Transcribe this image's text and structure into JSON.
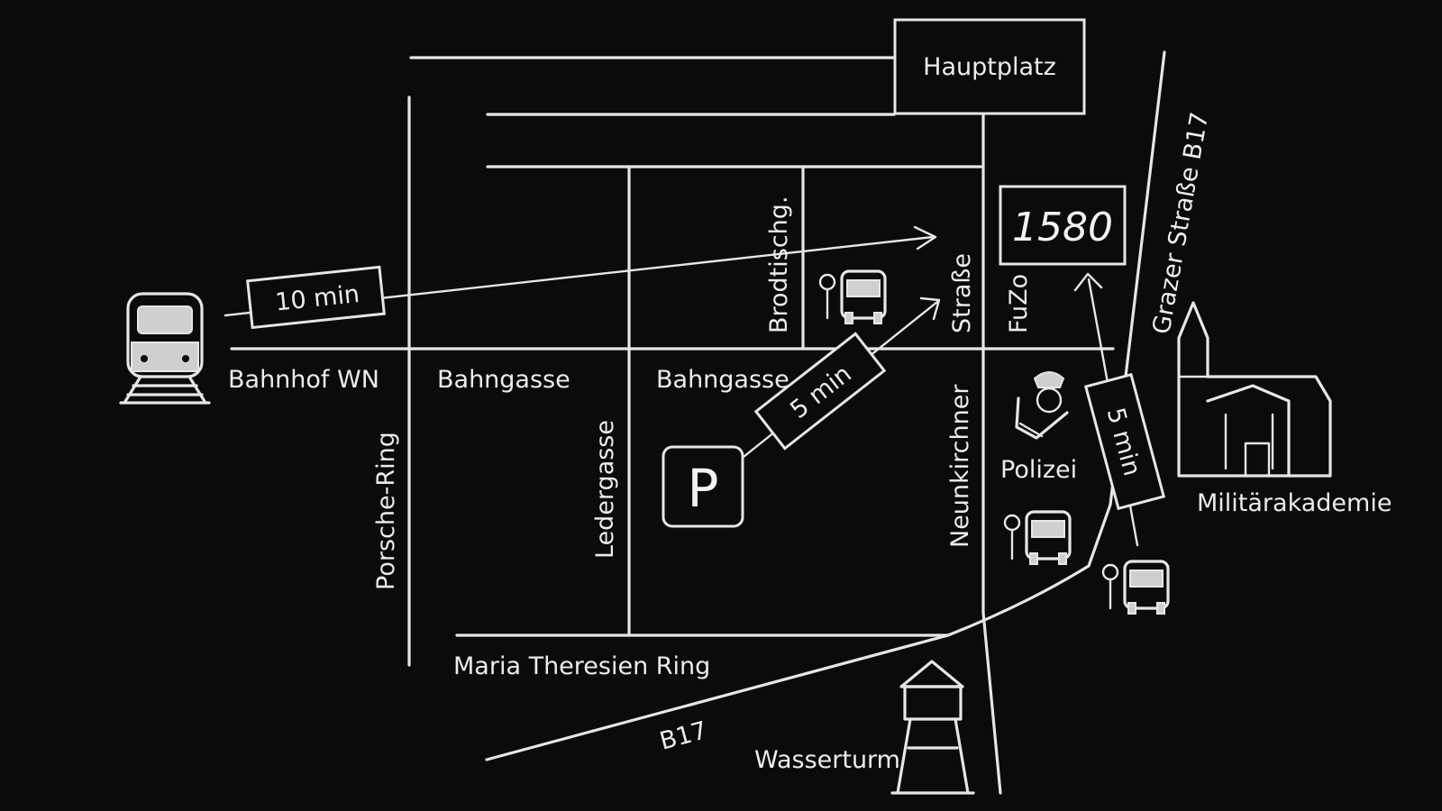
{
  "map": {
    "places": {
      "hauptplatz": "Hauptplatz",
      "destination": "1580",
      "bahnhof": "Bahnhof WN",
      "polizei": "Polizei",
      "militaerakademie": "Militärakademie",
      "wasserturm": "Wasserturm",
      "parking": "P"
    },
    "streets": {
      "bahngasse_west": "Bahngasse",
      "bahngasse_east": "Bahngasse",
      "porsche_ring": "Porsche-Ring",
      "ledergasse": "Ledergasse",
      "brodtischg": "Brodtischg.",
      "strasse": "Straße",
      "neunkirchner": "Neunkirchner",
      "fuzo": "FuZo",
      "grazer_strasse": "Grazer Straße B17",
      "maria_theresien_ring": "Maria Theresien Ring",
      "b17": "B17"
    },
    "routes": {
      "from_station": "10 min",
      "from_parking": "5 min",
      "from_bus": "5 min"
    },
    "icons": [
      "train-icon",
      "bus-stop-icon",
      "parking-icon",
      "police-icon",
      "church-icon",
      "water-tower-icon"
    ],
    "colors": {
      "background": "#0b0b0b",
      "chalk": "#e6e6e6"
    }
  }
}
